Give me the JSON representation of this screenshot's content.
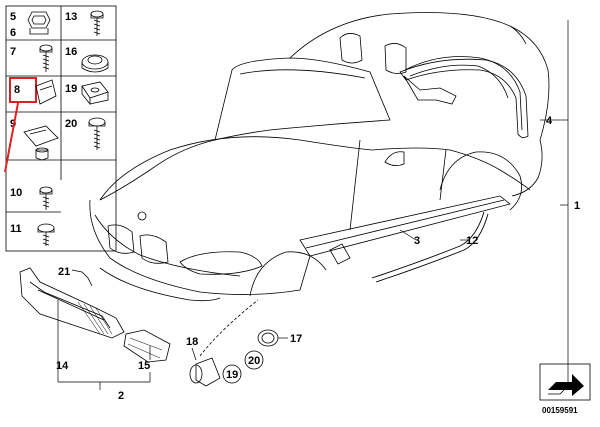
{
  "parts_grid": {
    "items": [
      {
        "num": "5",
        "sub": "6"
      },
      {
        "num": "13"
      },
      {
        "num": "7"
      },
      {
        "num": "16"
      },
      {
        "num": "8",
        "highlighted": true
      },
      {
        "num": "19"
      },
      {
        "num": "9"
      },
      {
        "num": "20"
      },
      {
        "num": "10"
      },
      {
        "num": "11"
      }
    ]
  },
  "callouts": {
    "c1": "1",
    "c2": "2",
    "c3": "3",
    "c4": "4",
    "c12": "12",
    "c14": "14",
    "c15": "15",
    "c17": "17",
    "c18": "18",
    "c19": "19",
    "c20": "20",
    "c21": "21"
  },
  "diagram_id": "00159591",
  "colors": {
    "line": "#000000",
    "highlight": "#e02020",
    "background": "#ffffff"
  }
}
